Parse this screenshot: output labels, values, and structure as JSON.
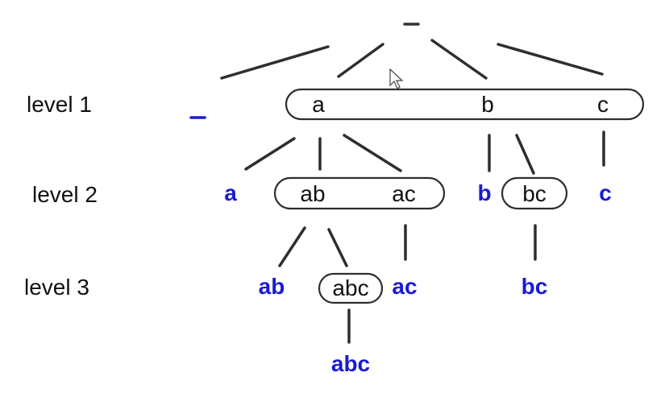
{
  "levels": {
    "level1": "level 1",
    "level2": "level 2",
    "level3": "level 3"
  },
  "tree": {
    "root": "_",
    "level1_group": [
      "a",
      "b",
      "c"
    ],
    "level2_groups": [
      [
        "ab",
        "ac"
      ],
      [
        "bc"
      ]
    ],
    "level3_groups": [
      [
        "abc"
      ]
    ]
  },
  "frequent_itemsets": {
    "level1": "_",
    "level2": [
      "a",
      "b",
      "c"
    ],
    "level3": [
      "ab",
      "ac",
      "bc"
    ],
    "level4": [
      "abc"
    ]
  },
  "colors": {
    "line": "#2e2e2e",
    "highlight": "#1a1ad6"
  }
}
